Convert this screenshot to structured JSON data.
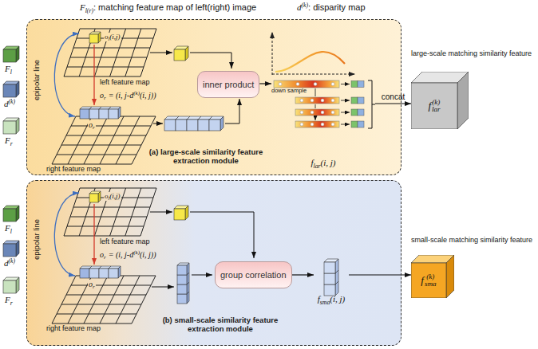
{
  "diagram": {
    "nodes": [
      {
        "text": [
          "(a) large-scale similarity feature extraction module"
        ]
      },
      {
        "text": [
          "inner product"
        ],
        "in": 0
      },
      {
        "text": [
          "f",
          "lar",
          "(i, j)"
        ],
        "in": 0
      },
      {
        "text": [
          "large-scale matching similarity feature",
          "f",
          "lar",
          "(k)"
        ]
      },
      {
        "text": [
          "(b) small-scale similarity feature extraction module"
        ]
      },
      {
        "text": [
          "group correlation"
        ],
        "in": 4
      },
      {
        "text": [
          "f",
          "sma",
          "(i, j)"
        ],
        "in": 4
      },
      {
        "text": [
          "small-scale matching similarity feature",
          "f",
          "sma",
          "(k)"
        ]
      }
    ],
    "edges": [
      {
        "from": 1,
        "to": 2,
        "arrow": "to"
      },
      {
        "from": 2,
        "to": 3,
        "label": "concat",
        "arrow": "to"
      },
      {
        "from": 5,
        "to": 6,
        "arrow": "to"
      },
      {
        "from": 6,
        "to": 7,
        "arrow": "to"
      }
    ],
    "labels": [
      "F",
      "l(r)",
      ": matching feature map of left(right) image",
      "d",
      "(k)",
      ": disparity map",
      "F",
      "l",
      "d",
      "(k)",
      "F",
      "r",
      "epipolar line",
      "o",
      "l",
      "(i,j)",
      "left feature map",
      "o",
      "r",
      "= (i, j-d",
      "(k)",
      "(i, j))",
      "o",
      "r",
      "right feature map",
      "down sample",
      "F",
      "l",
      "d",
      "(k)",
      "F",
      "r",
      "epipolar line",
      "o",
      "l",
      "(i,j)",
      "left feature map",
      "o",
      "r",
      "= (i, j-d",
      "(k)",
      "(i, j))",
      "o",
      "r",
      "right feature map"
    ]
  }
}
